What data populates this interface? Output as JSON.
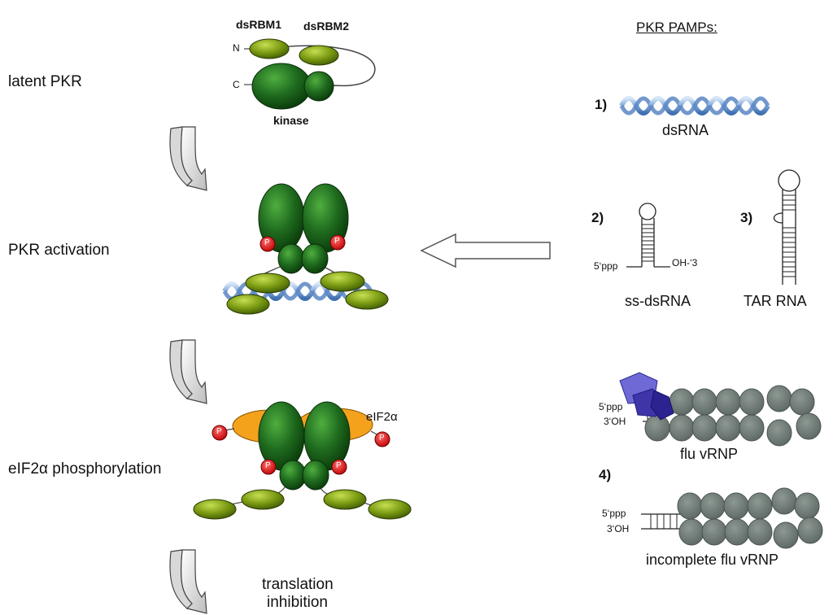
{
  "pamps_title": "PKR PAMPs:",
  "stages": {
    "latent": "latent PKR",
    "activation": "PKR activation",
    "eif2_phos": "eIF2α phosphorylation",
    "translation_line1": "translation",
    "translation_line2": "inhibition"
  },
  "latent_labels": {
    "dsrbm1": "dsRBM1",
    "dsrbm2": "dsRBM2",
    "n_term": "N",
    "c_term": "C",
    "kinase": "kinase"
  },
  "phospho_label": "P",
  "eif2a_label": "eIF2α",
  "pamps": {
    "p1_num": "1)",
    "p1_name": "dsRNA",
    "p2_num": "2)",
    "p2_name": "ss-dsRNA",
    "p2_five": "5‘ppp",
    "p2_three": "OH-‘3",
    "p3_num": "3)",
    "p3_name": "TAR RNA",
    "p4_num": "4)",
    "flu_five": "5‘ppp",
    "flu_three": "3‘OH",
    "flu_name": "flu  vRNP",
    "inc_five": "5‘ppp",
    "inc_three": "3‘OH",
    "inc_name": "incomplete flu  vRNP"
  },
  "colors": {
    "kinase_green": "#1f6b1f",
    "dsrbm_green": "#7a9a12",
    "phospho_red": "#e81818",
    "eif2a_orange": "#f4a21c",
    "helix_blue": "#7fa7d9",
    "np_grey": "#6e7a75",
    "polymerase_purple": "#4b44b8"
  }
}
